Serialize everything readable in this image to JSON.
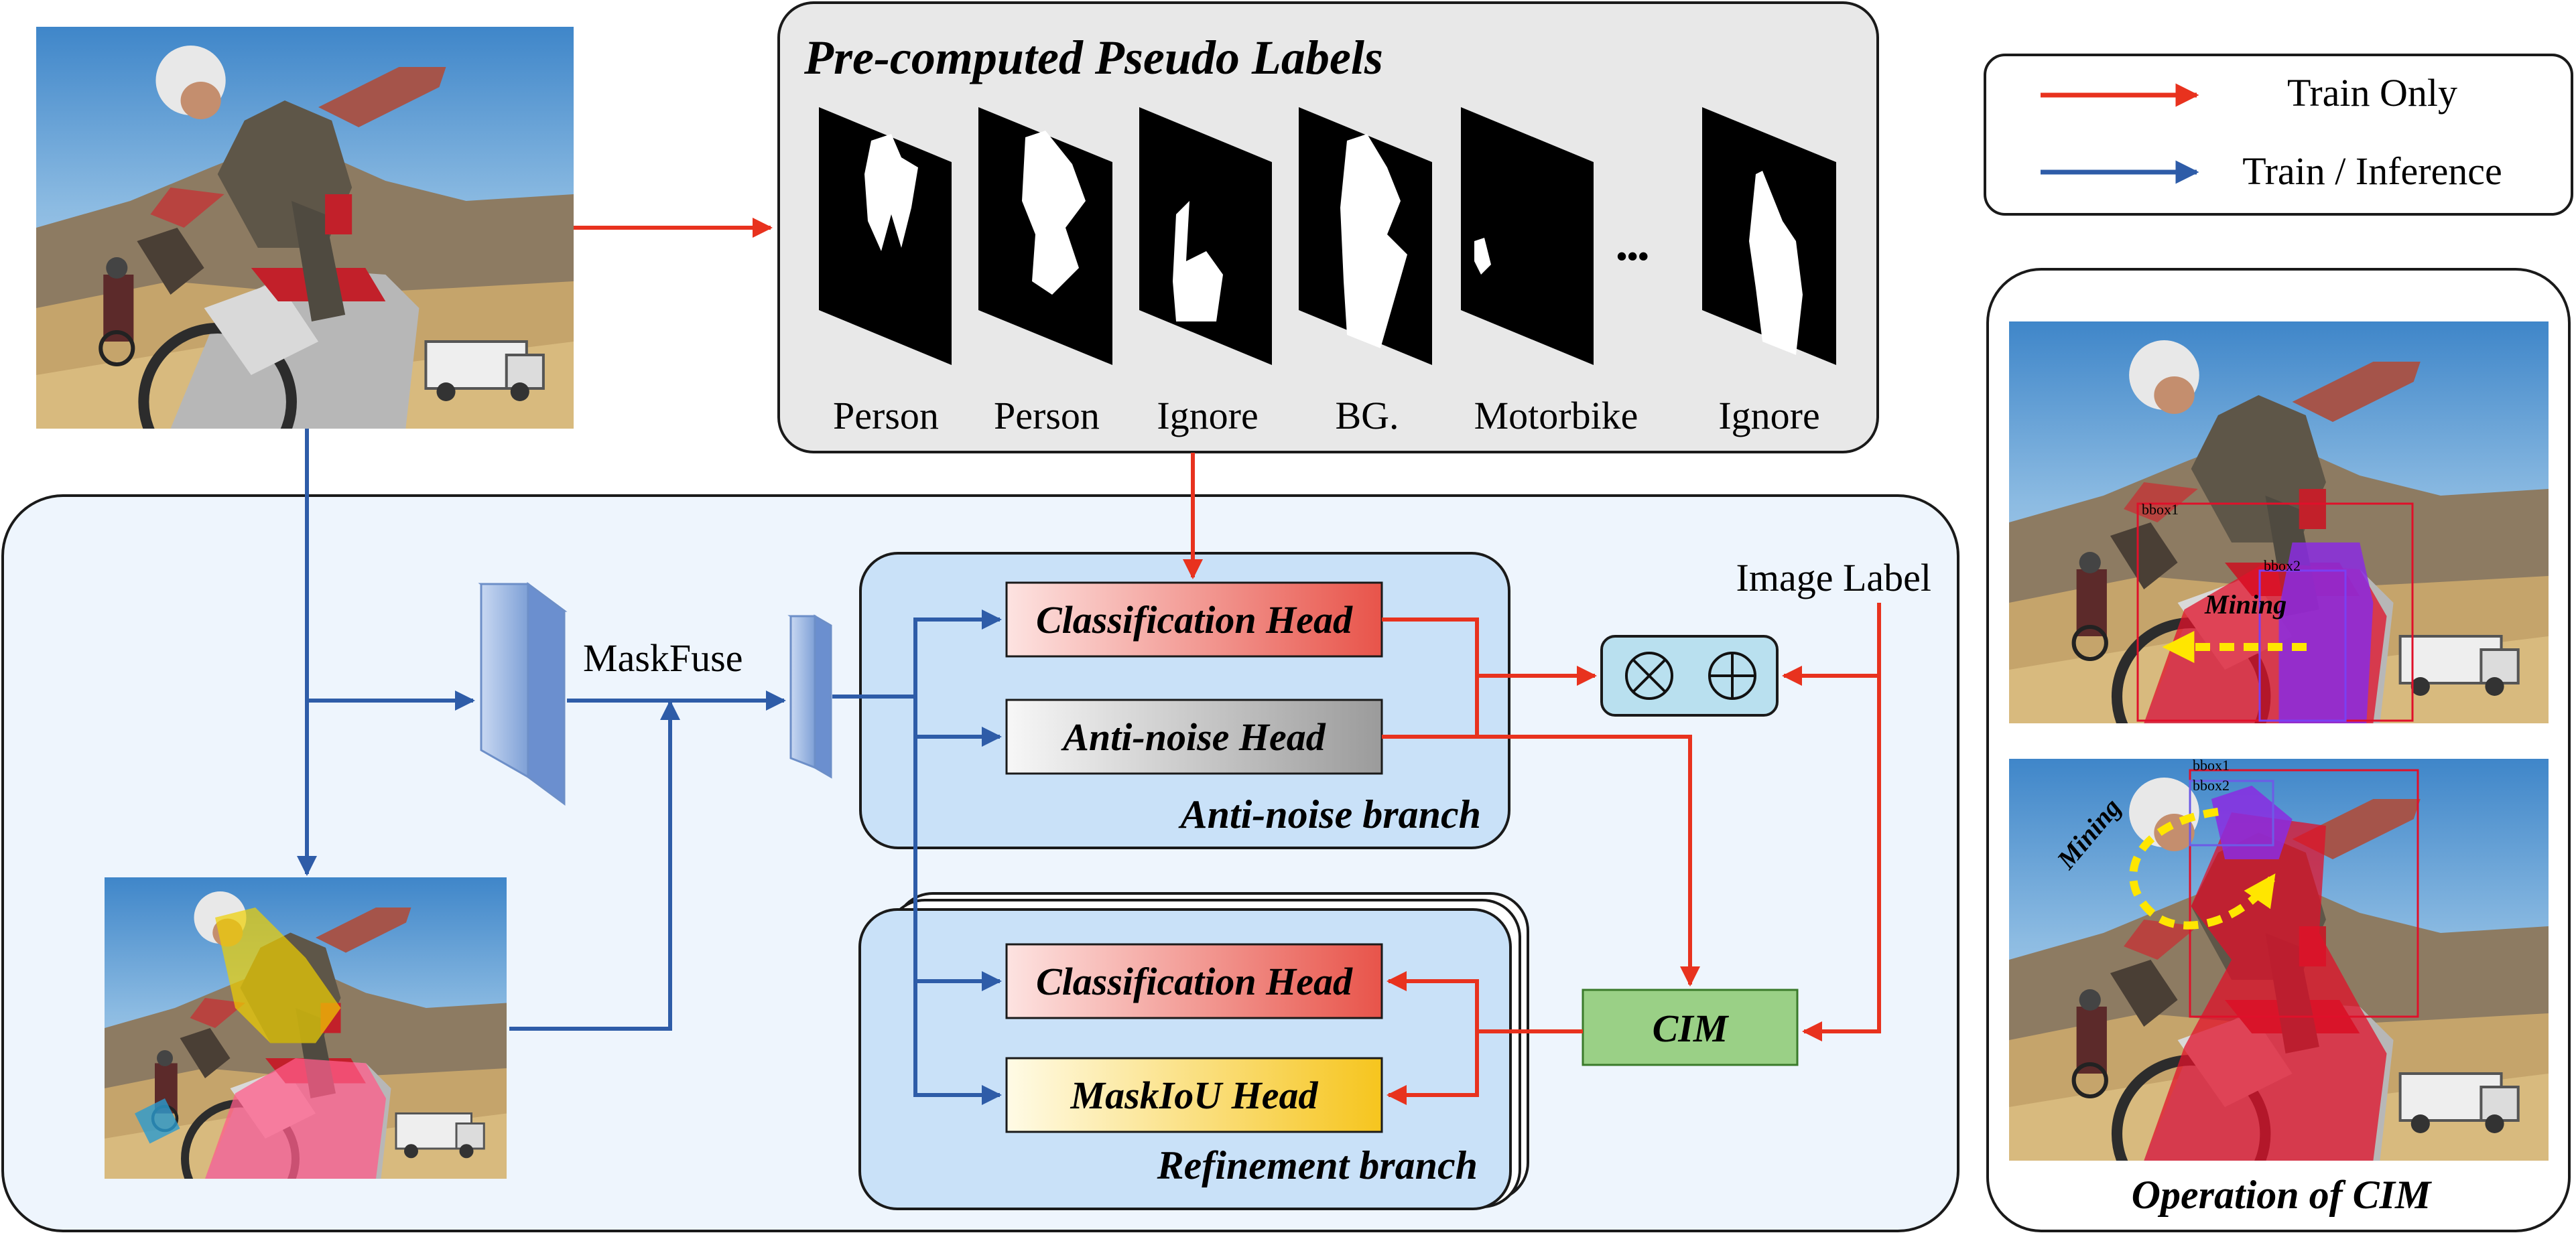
{
  "pseudo_labels": {
    "title": "Pre-computed Pseudo Labels",
    "masks": [
      "Person",
      "Person",
      "Ignore",
      "BG.",
      "Motorbike",
      "Ignore"
    ],
    "ellipsis": "•••"
  },
  "legend": {
    "train_only": "Train Only",
    "train_inference": "Train / Inference",
    "red": "#e8321e",
    "blue": "#2e5ca8"
  },
  "pipeline": {
    "maskfuse": "MaskFuse",
    "image_label": "Image Label",
    "anti_noise_branch": {
      "title": "Anti-noise branch",
      "cls_head": "Classification Head",
      "anti_noise_head": "Anti-noise Head"
    },
    "refinement_branch": {
      "title": "Refinement branch",
      "cls_head": "Classification Head",
      "maskiou_head": "MaskIoU Head"
    },
    "cim": "CIM",
    "operators": [
      "⊗",
      "⊕"
    ]
  },
  "cim_panel": {
    "title": "Operation of CIM",
    "mining": "Mining",
    "bbox1": "bbox1",
    "bbox2": "bbox2"
  }
}
